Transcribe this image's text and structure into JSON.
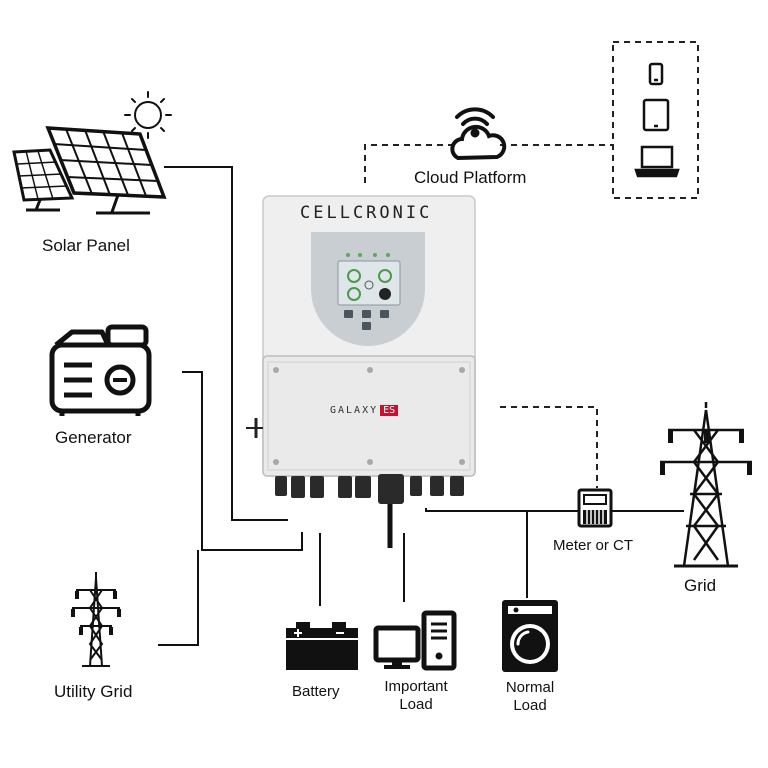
{
  "inverter": {
    "brand": "CELLCRONIC",
    "model": "GALAXY",
    "model_tag": "ES"
  },
  "labels": {
    "solar_panel": "Solar Panel",
    "generator": "Generator",
    "utility_grid": "Utility Grid",
    "cloud_platform": "Cloud Platform",
    "meter": "Meter or CT",
    "grid": "Grid",
    "battery": "Battery",
    "important_load_1": "Important",
    "important_load_2": "Load",
    "normal_load_1": "Normal",
    "normal_load_2": "Load"
  },
  "colors": {
    "line": "#111111",
    "inverter_body": "#ececec",
    "screen_bezel": "#c9ced3",
    "screen": "#dfe6ea",
    "model_tag": "#c8102e"
  },
  "icons": [
    "sun-icon",
    "solar-panel-icon",
    "generator-icon",
    "transmission-tower-icon",
    "cloud-wifi-icon",
    "phone-icon",
    "tablet-icon",
    "laptop-icon",
    "meter-icon",
    "battery-icon",
    "computer-icon",
    "washing-machine-icon"
  ]
}
